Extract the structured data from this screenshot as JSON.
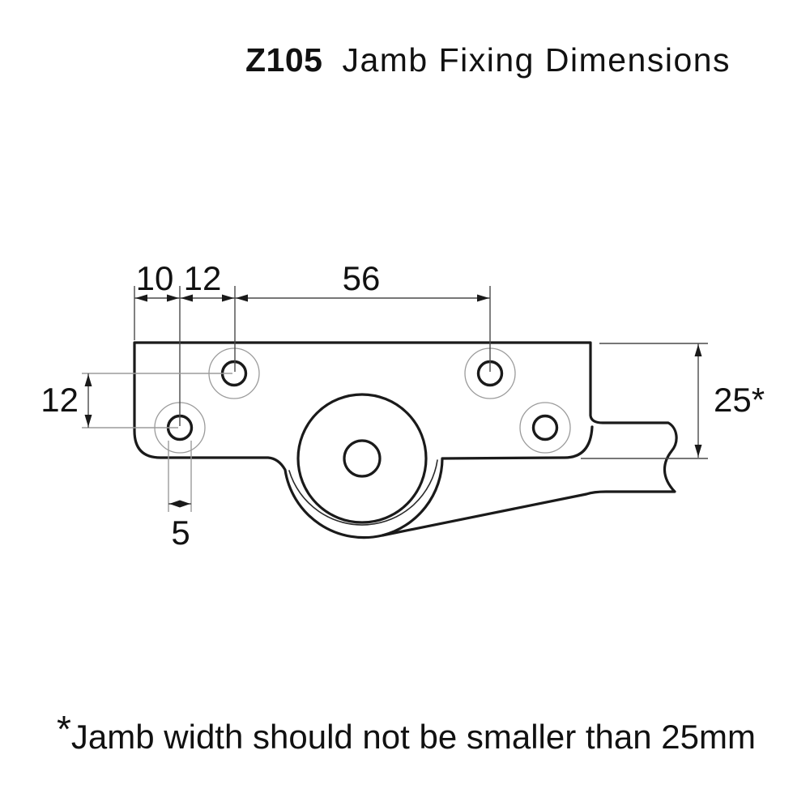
{
  "title": {
    "model": "Z105",
    "heading": "Jamb Fixing Dimensions"
  },
  "dimensions": {
    "edge_to_first_hole": "10",
    "hole_spacing_horizontal": "12",
    "hole_span": "56",
    "hole_spacing_vertical": "12",
    "hole_diameter": "5",
    "jamb_width": "25*"
  },
  "footnote": {
    "marker": "*",
    "text": "Jamb width should not be smaller than 25mm"
  },
  "colors": {
    "ink": "#1a1a1a",
    "dim_lines": "#4a4a4a",
    "light_lines": "#9b9b9b",
    "background": "#ffffff"
  }
}
